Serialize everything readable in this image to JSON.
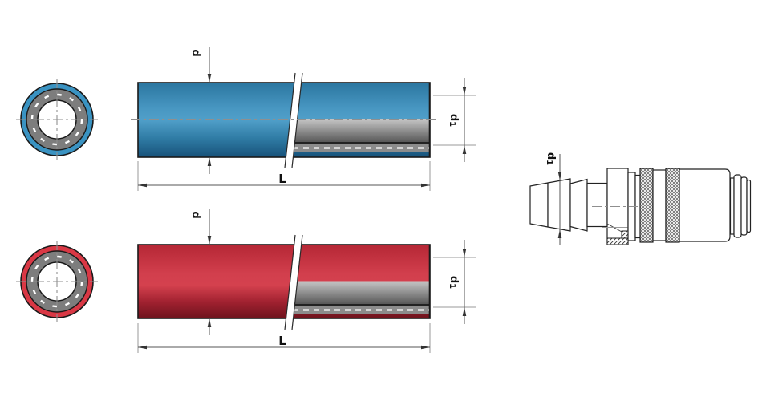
{
  "drawing": {
    "background": "#ffffff",
    "labels": {
      "outer_diameter": "d",
      "inner_diameter_base": "d",
      "inner_diameter_sub": "1",
      "length": "L"
    },
    "colors": {
      "blue_hose": "#3a93c2",
      "blue_light": "#509fc9",
      "blue_dark": "#17527a",
      "red_hose": "#d93845",
      "red_light": "#d4414e",
      "red_dark": "#6e131d",
      "reinforcement_gray": "#8c8c8c",
      "wall_ring_gray": "#7d7d7d",
      "wall_cut_light": "#c6c6c6",
      "wall_cut_dark": "#585858",
      "outline": "#1a1a1a",
      "dimension_line": "#555555",
      "extension_line": "#999999",
      "centerline": "#8f8f8f",
      "arrow": "#333333"
    }
  }
}
